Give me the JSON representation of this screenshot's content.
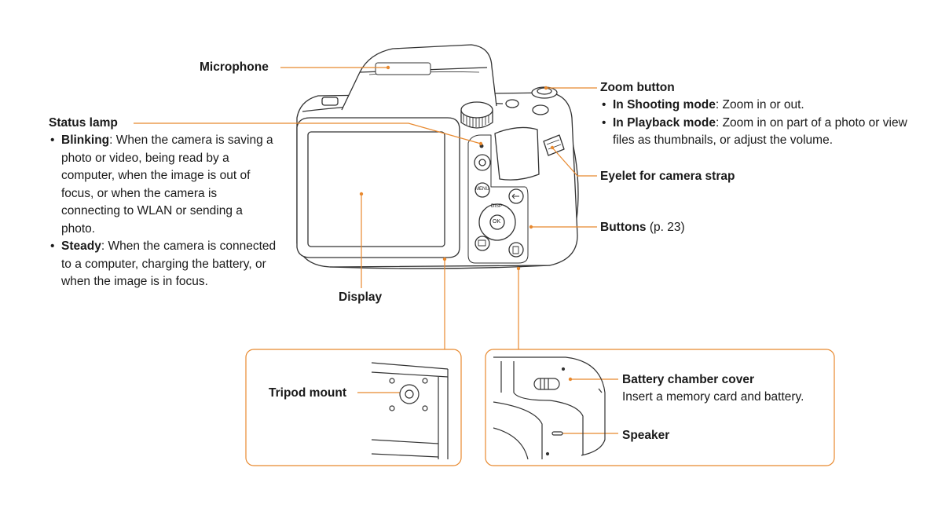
{
  "accent_color": "#e8892f",
  "labels": {
    "microphone": "Microphone",
    "status_lamp": {
      "title": "Status lamp",
      "items": [
        {
          "term": "Blinking",
          "text": ": When the camera is saving a photo or video, being read by a computer, when the image is out of focus, or when the camera is connecting to WLAN or sending a photo."
        },
        {
          "term": "Steady",
          "text": ": When the camera is connected to a computer, charging the battery, or when the image is in focus."
        }
      ]
    },
    "display": "Display",
    "zoom_button": {
      "title": "Zoom button",
      "items": [
        {
          "term": "In Shooting mode",
          "text": ": Zoom in or out."
        },
        {
          "term": "In Playback mode",
          "text": ": Zoom in on part of a photo or view files as thumbnails, or adjust the volume."
        }
      ]
    },
    "eyelet": "Eyelet for camera strap",
    "buttons": {
      "title": "Buttons",
      "ref": " (p. 23)"
    },
    "tripod": "Tripod mount",
    "battery_cover": {
      "title": "Battery chamber cover",
      "text": "Insert a memory card and battery."
    },
    "speaker": "Speaker"
  },
  "camera": {
    "menu_button": "MENU",
    "ok_button": "OK",
    "disp_label": "DISP"
  }
}
